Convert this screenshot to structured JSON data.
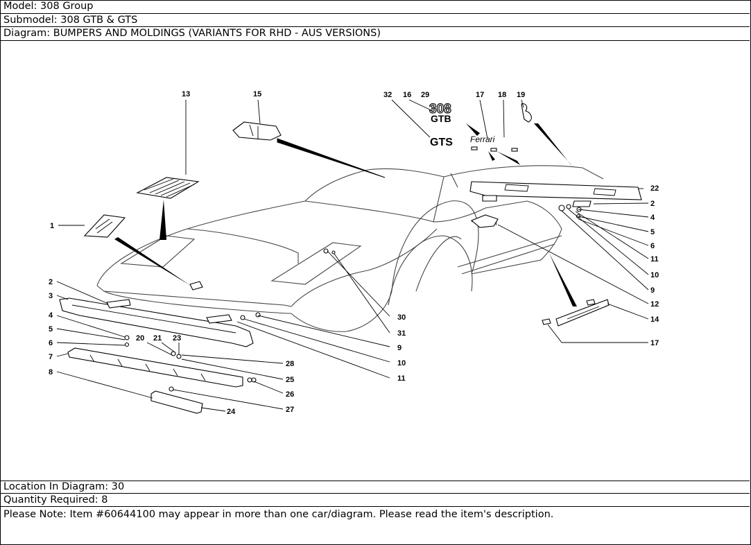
{
  "header": {
    "model": "Model: 308 Group",
    "submodel": "Submodel: 308 GTB & GTS",
    "diagram": "Diagram: BUMPERS AND MOLDINGS (VARIANTS FOR RHD - AUS VERSIONS)"
  },
  "footer": {
    "location": "Location In Diagram: 30",
    "quantity": "Quantity Required: 8",
    "note": "Please Note: Item #60644100 may appear in more than one car/diagram. Please read the item's description."
  },
  "badges": {
    "b308": "308",
    "gtb": "GTB",
    "gts": "GTS",
    "ferrari": "Ferrari"
  },
  "callouts": {
    "c13": "13",
    "c15": "15",
    "c32": "32",
    "c16": "16",
    "c29": "29",
    "c17a": "17",
    "c18": "18",
    "c19": "19",
    "c22": "22",
    "c2r": "2",
    "c4r": "4",
    "c5r": "5",
    "c6r": "6",
    "c11r": "11",
    "c10r": "10",
    "c9r": "9",
    "c12": "12",
    "c14": "14",
    "c17b": "17",
    "c1": "1",
    "c2l": "2",
    "c3": "3",
    "c4l": "4",
    "c5l": "5",
    "c6l": "6",
    "c7": "7",
    "c8": "8",
    "c20": "20",
    "c21": "21",
    "c23": "23",
    "c28": "28",
    "c25": "25",
    "c26": "26",
    "c27": "27",
    "c24": "24",
    "c30": "30",
    "c31": "31",
    "c9l": "9",
    "c10l": "10",
    "c11l": "11"
  }
}
